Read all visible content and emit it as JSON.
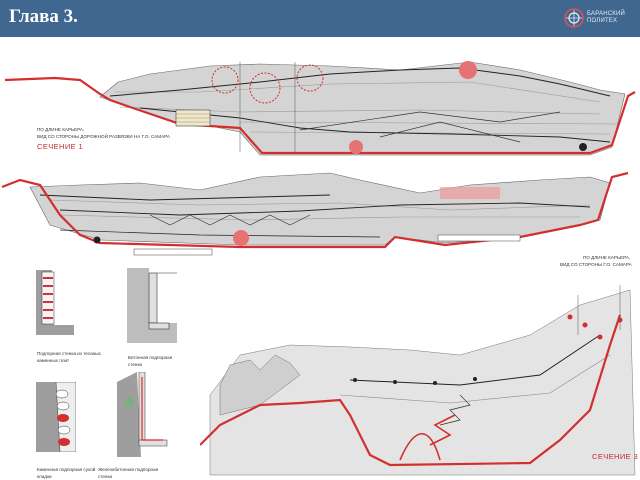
{
  "header": {
    "title": "Глава 3.",
    "bg_color": "#3f6790"
  },
  "logo": {
    "line1": "БАРАНСКИЙ",
    "line2": "ПОЛИТЕХ"
  },
  "section1": {
    "desc_line1": "ПО ДЛИНЕ КАРЬЕРА,",
    "desc_line2": "ВИД СО СТОРОНЫ ДОРОЖНОЙ РАЗВЯЗКИ НА Г.О. САМАРА",
    "title": "СЕЧЕНИЕ 1"
  },
  "section3": {
    "top_desc_line1": "ПО ДЛИНЕ КАРЬЕРА,",
    "top_desc_line2": "ВИД СО СТОРОНЫ Г.О. САМАРА",
    "title": "СЕЧЕНИЕ 3"
  },
  "walls": [
    {
      "line1": "Подпорная стенка из тесаных",
      "line2": "каменных плит"
    },
    {
      "line1": "Бетонная подпорная",
      "line2": "стенка"
    },
    {
      "line1": "Каменная подпорная сухой",
      "line2": "кладки"
    },
    {
      "line1": "Железобетонная подпорная",
      "line2": "стенка"
    }
  ],
  "colors": {
    "accent_red": "#d32f2f",
    "terrain_gray": "#c9c9c9",
    "line_dark": "#222222"
  }
}
